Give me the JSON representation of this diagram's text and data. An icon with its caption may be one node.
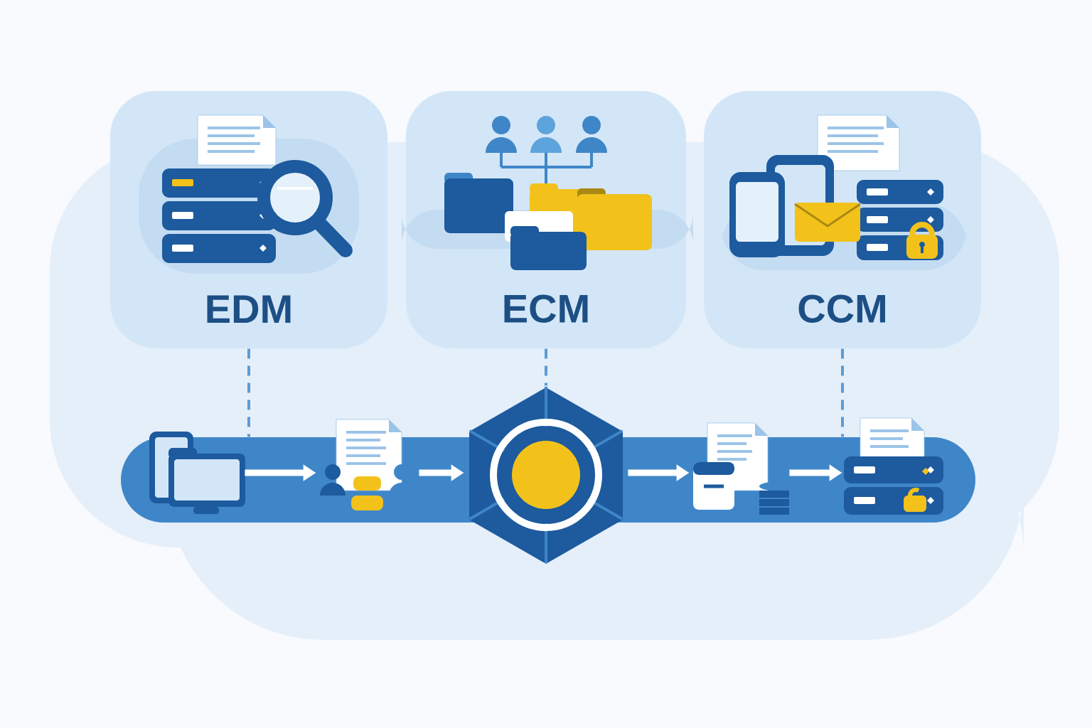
{
  "diagram": {
    "nodes": [
      {
        "text": [
          "EDM"
        ]
      },
      {
        "text": [
          "ECM"
        ]
      },
      {
        "text": [
          "CCM"
        ]
      },
      {
        "text": [],
        "shape": "bar"
      },
      {
        "text": [],
        "shape": "picture",
        "in": 3
      },
      {
        "text": [],
        "shape": "picture"
      },
      {
        "text": [],
        "shape": "picture"
      },
      {
        "text": [],
        "shape": "picture"
      },
      {
        "text": [],
        "shape": "picture"
      }
    ],
    "edges": [
      {
        "from": 0,
        "to": 3,
        "arrow": "none",
        "style": "dashed",
        "color": "#5b9bd5"
      },
      {
        "from": 1,
        "to": 6,
        "arrow": "none",
        "style": "dashed",
        "color": "#5b9bd5"
      },
      {
        "from": 2,
        "to": 8,
        "arrow": "none",
        "style": "dashed",
        "color": "#5b9bd5"
      },
      {
        "from": 4,
        "to": 5,
        "arrow": "to"
      },
      {
        "from": 5,
        "to": 6,
        "arrow": "to"
      },
      {
        "from": 6,
        "to": 7,
        "arrow": "to"
      },
      {
        "from": 7,
        "to": 8,
        "arrow": "to"
      }
    ]
  }
}
